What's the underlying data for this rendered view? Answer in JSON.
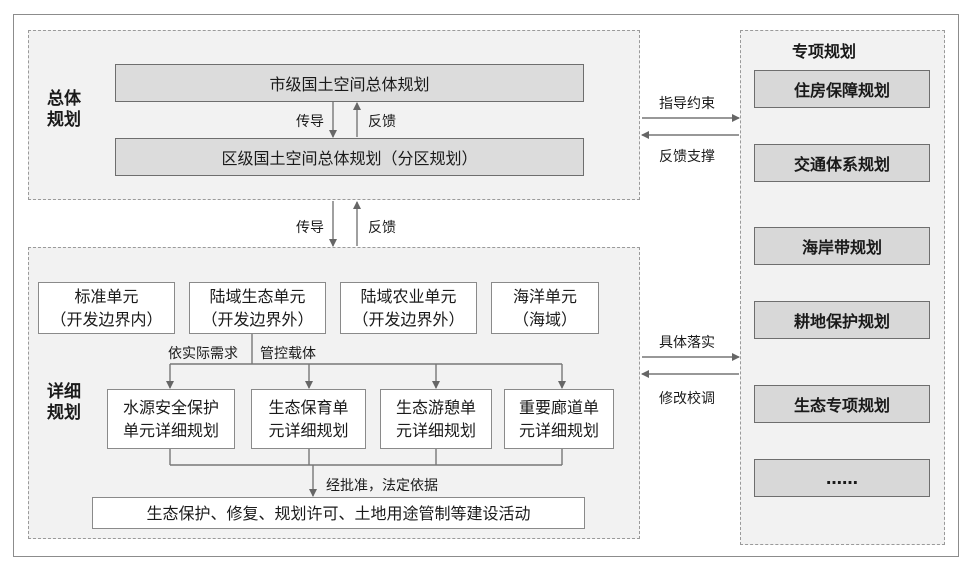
{
  "overall": {
    "title_line1": "总体",
    "title_line2": "规划",
    "city_plan": "市级国土空间总体规划",
    "district_plan": "区级国土空间总体规划（分区规划）",
    "down_label": "传导",
    "up_label": "反馈"
  },
  "between": {
    "down_label": "传导",
    "up_label": "反馈"
  },
  "detail": {
    "title_line1": "详细",
    "title_line2": "规划",
    "units": [
      {
        "line1": "标准单元",
        "line2": "（开发边界内）"
      },
      {
        "line1": "陆域生态单元",
        "line2": "（开发边界外）"
      },
      {
        "line1": "陆域农业单元",
        "line2": "（开发边界外）"
      },
      {
        "line1": "海洋单元",
        "line2": "（海域）"
      }
    ],
    "left_note": "依实际需求",
    "right_note": "管控载体",
    "plans": [
      {
        "line1": "水源安全保护",
        "line2": "单元详细规划"
      },
      {
        "line1": "生态保育单",
        "line2": "元详细规划"
      },
      {
        "line1": "生态游憩单",
        "line2": "元详细规划"
      },
      {
        "line1": "重要廊道单",
        "line2": "元详细规划"
      }
    ],
    "approval_note": "经批准，法定依据",
    "activities": "生态保护、修复、规划许可、土地用途管制等建设活动"
  },
  "special": {
    "title": "专项规划",
    "items": [
      "住房保障规划",
      "交通体系规划",
      "海岸带规划",
      "耕地保护规划",
      "生态专项规划",
      "……"
    ]
  },
  "links": {
    "top_right": "指导约束",
    "top_left": "反馈支撑",
    "bottom_right": "具体落实",
    "bottom_left": "修改校调"
  }
}
